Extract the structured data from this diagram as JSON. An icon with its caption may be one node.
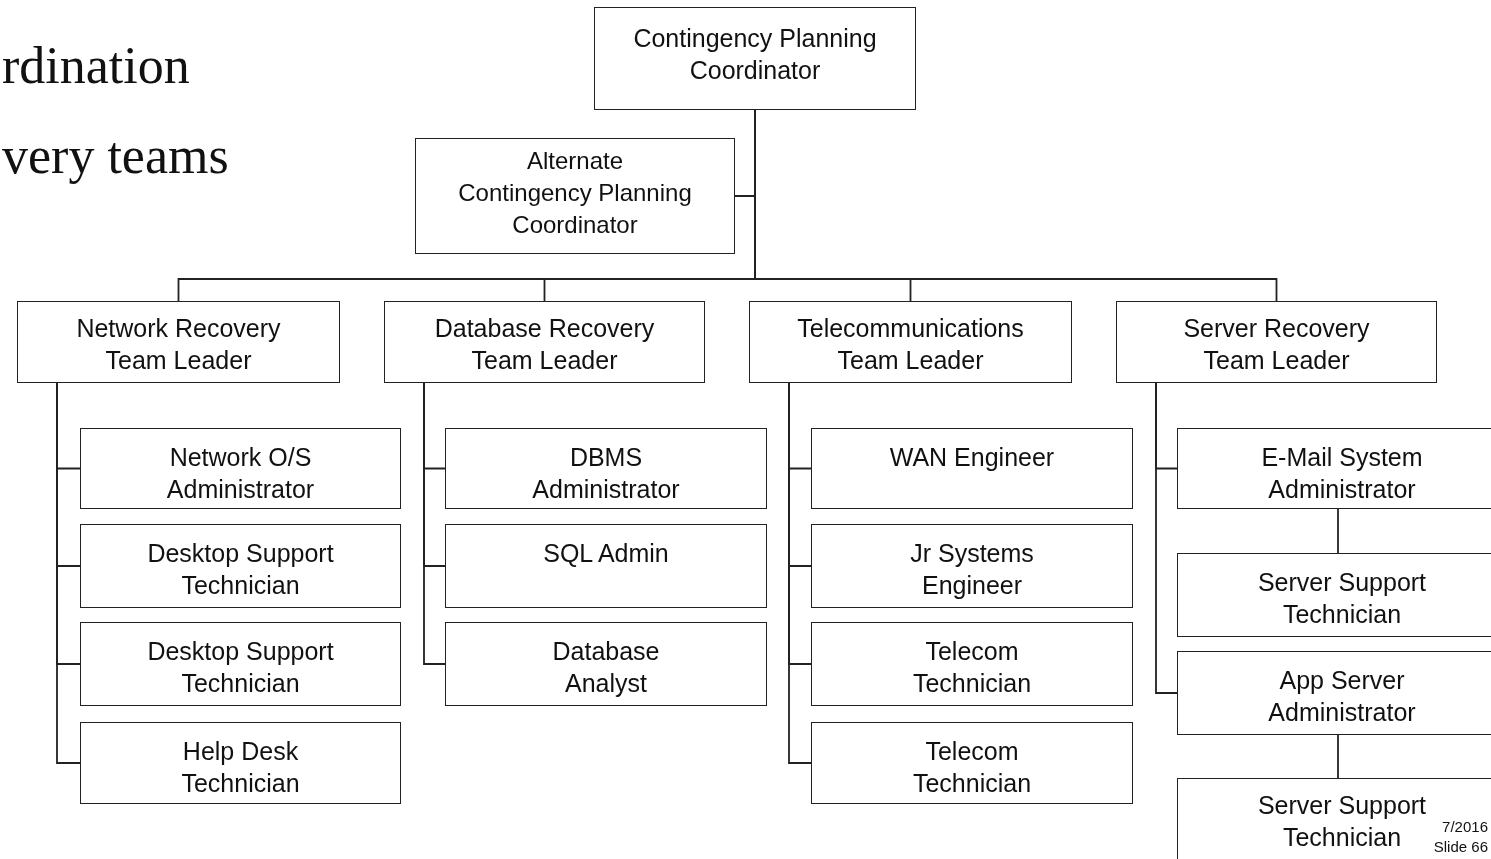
{
  "diagram": {
    "nodes": [
      {
        "text": [
          "Contingency Planning Coordinator"
        ]
      },
      {
        "text": [
          "Alternate Contingency Planning Coordinator"
        ]
      },
      {
        "text": [
          "Network Recovery Team Leader"
        ]
      },
      {
        "text": [
          "Database Recovery Team Leader"
        ]
      },
      {
        "text": [
          "Telecommunications Team Leader"
        ]
      },
      {
        "text": [
          "Server Recovery Team Leader"
        ]
      },
      {
        "text": [
          "Network O/S Administrator"
        ]
      },
      {
        "text": [
          "Desktop Support Technician"
        ]
      },
      {
        "text": [
          "Desktop Support Technician"
        ]
      },
      {
        "text": [
          "Help Desk Technician"
        ]
      },
      {
        "text": [
          "DBMS Administrator"
        ]
      },
      {
        "text": [
          "SQL Admin"
        ]
      },
      {
        "text": [
          "Database Analyst"
        ]
      },
      {
        "text": [
          "WAN Engineer"
        ]
      },
      {
        "text": [
          "Jr Systems Engineer"
        ]
      },
      {
        "text": [
          "Telecom Technician"
        ]
      },
      {
        "text": [
          "Telecom Technician"
        ]
      },
      {
        "text": [
          "E-Mail System Administrator"
        ]
      },
      {
        "text": [
          "Server Support Technician"
        ]
      },
      {
        "text": [
          "App Server Administrator"
        ]
      },
      {
        "text": [
          "Server Support Technician"
        ]
      }
    ],
    "edges": [
      {
        "from": 0,
        "to": 1,
        "arrow": "none"
      },
      {
        "from": 0,
        "to": 2,
        "arrow": "none"
      },
      {
        "from": 0,
        "to": 3,
        "arrow": "none"
      },
      {
        "from": 0,
        "to": 4,
        "arrow": "none"
      },
      {
        "from": 0,
        "to": 5,
        "arrow": "none"
      },
      {
        "from": 2,
        "to": 6,
        "arrow": "none"
      },
      {
        "from": 2,
        "to": 7,
        "arrow": "none"
      },
      {
        "from": 2,
        "to": 8,
        "arrow": "none"
      },
      {
        "from": 2,
        "to": 9,
        "arrow": "none"
      },
      {
        "from": 3,
        "to": 10,
        "arrow": "none"
      },
      {
        "from": 3,
        "to": 11,
        "arrow": "none"
      },
      {
        "from": 3,
        "to": 12,
        "arrow": "none"
      },
      {
        "from": 4,
        "to": 13,
        "arrow": "none"
      },
      {
        "from": 4,
        "to": 14,
        "arrow": "none"
      },
      {
        "from": 4,
        "to": 15,
        "arrow": "none"
      },
      {
        "from": 4,
        "to": 16,
        "arrow": "none"
      },
      {
        "from": 5,
        "to": 17,
        "arrow": "none"
      },
      {
        "from": 5,
        "to": 19,
        "arrow": "none"
      },
      {
        "from": 17,
        "to": 18,
        "arrow": "none"
      },
      {
        "from": 19,
        "to": 20,
        "arrow": "none"
      }
    ],
    "labels": [
      "rdination",
      "very teams",
      "7/2016",
      "Slide 66"
    ]
  }
}
